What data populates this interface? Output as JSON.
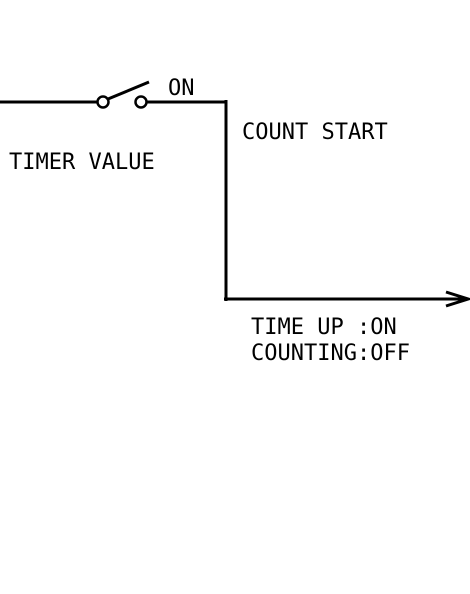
{
  "labels": {
    "switch_state": "ON",
    "count_start": "COUNT START",
    "timer_value": "TIMER VALUE",
    "time_up": "TIME UP :ON",
    "counting": "COUNTING:OFF"
  },
  "colors": {
    "line": "#000000",
    "background": "#ffffff"
  }
}
